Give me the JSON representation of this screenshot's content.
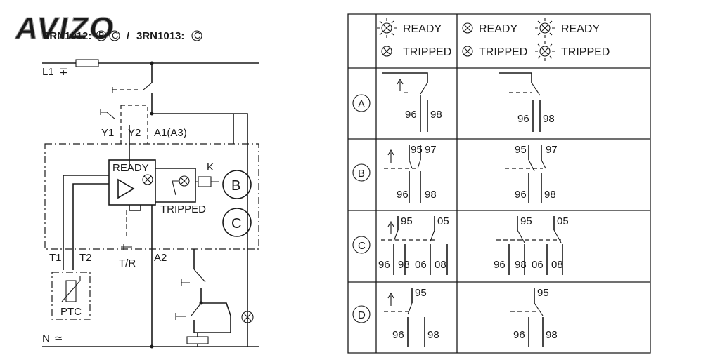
{
  "watermark": "AVIZO",
  "title": {
    "model_a": "3RN1012:",
    "model_a_variants": [
      "B",
      "C"
    ],
    "separator": "/",
    "model_b": "3RN1013:",
    "model_b_variants": [
      "C"
    ]
  },
  "schematic": {
    "line_label": "L1",
    "neutral_label": "N",
    "labels": {
      "y1": "Y1",
      "y2": "Y2",
      "a1": "A1(A3)",
      "k": "K",
      "ready": "READY",
      "tripped": "TRIPPED",
      "t1": "T1",
      "t2": "T2",
      "tr": "T/R",
      "a2": "A2",
      "ptc": "PTC"
    },
    "blocks": [
      "B",
      "C"
    ]
  },
  "table": {
    "header": {
      "col1": {
        "row1": "READY",
        "row2": "TRIPPED"
      },
      "col2": {
        "r1a": "READY",
        "r1b": "READY",
        "r2a": "TRIPPED",
        "r2b": "TRIPPED"
      }
    },
    "rows": [
      {
        "id": "A",
        "contacts": [
          "96",
          "98"
        ]
      },
      {
        "id": "B",
        "contacts": [
          "95",
          "97",
          "96",
          "98"
        ]
      },
      {
        "id": "C",
        "contacts": [
          "95",
          "05",
          "96",
          "98",
          "06",
          "08"
        ]
      },
      {
        "id": "D",
        "contacts": [
          "95",
          "96",
          "98"
        ]
      }
    ]
  }
}
